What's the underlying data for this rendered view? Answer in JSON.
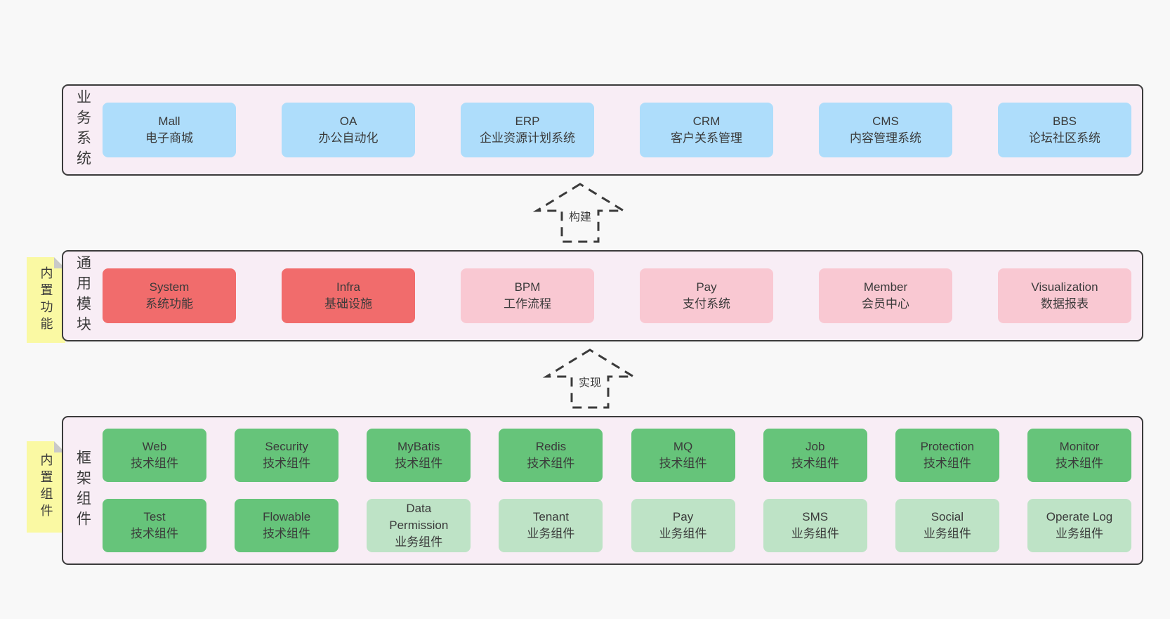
{
  "diagram": {
    "colors": {
      "page_bg": "#f8f8f8",
      "band_bg": "#f8edf5",
      "border": "#3b3b3b",
      "text": "#3a3a3a",
      "blue_box": "#aeddfb",
      "red_box": "#f16c6c",
      "pink_box": "#f9c8d2",
      "green_box": "#66c47a",
      "light_green_box": "#bee3c6",
      "note_bg": "#faf9a3",
      "note_fold": "#c9c9c9"
    },
    "arrows": [
      {
        "label": "构建"
      },
      {
        "label": "实现"
      }
    ],
    "bands": [
      {
        "label": "业务系统",
        "boxes": [
          {
            "name": "Mall",
            "desc": "电子商城"
          },
          {
            "name": "OA",
            "desc": "办公自动化"
          },
          {
            "name": "ERP",
            "desc": "企业资源计划系统"
          },
          {
            "name": "CRM",
            "desc": "客户关系管理"
          },
          {
            "name": "CMS",
            "desc": "内容管理系统"
          },
          {
            "name": "BBS",
            "desc": "论坛社区系统"
          }
        ]
      },
      {
        "label": "通用模块",
        "note": "内置功能",
        "boxes": [
          {
            "name": "System",
            "desc": "系统功能"
          },
          {
            "name": "Infra",
            "desc": "基础设施"
          },
          {
            "name": "BPM",
            "desc": "工作流程"
          },
          {
            "name": "Pay",
            "desc": "支付系统"
          },
          {
            "name": "Member",
            "desc": "会员中心"
          },
          {
            "name": "Visualization",
            "desc": "数据报表"
          }
        ]
      },
      {
        "label": "框架组件",
        "note": "内置组件",
        "rows": [
          [
            {
              "name": "Web",
              "desc": "技术组件"
            },
            {
              "name": "Security",
              "desc": "技术组件"
            },
            {
              "name": "MyBatis",
              "desc": "技术组件"
            },
            {
              "name": "Redis",
              "desc": "技术组件"
            },
            {
              "name": "MQ",
              "desc": "技术组件"
            },
            {
              "name": "Job",
              "desc": "技术组件"
            },
            {
              "name": "Protection",
              "desc": "技术组件"
            },
            {
              "name": "Monitor",
              "desc": "技术组件"
            }
          ],
          [
            {
              "name": "Test",
              "desc": "技术组件"
            },
            {
              "name": "Flowable",
              "desc": "技术组件"
            },
            {
              "name": "Data Permission",
              "desc": "业务组件"
            },
            {
              "name": "Tenant",
              "desc": "业务组件"
            },
            {
              "name": "Pay",
              "desc": "业务组件"
            },
            {
              "name": "SMS",
              "desc": "业务组件"
            },
            {
              "name": "Social",
              "desc": "业务组件"
            },
            {
              "name": "Operate Log",
              "desc": "业务组件"
            }
          ]
        ]
      }
    ]
  }
}
